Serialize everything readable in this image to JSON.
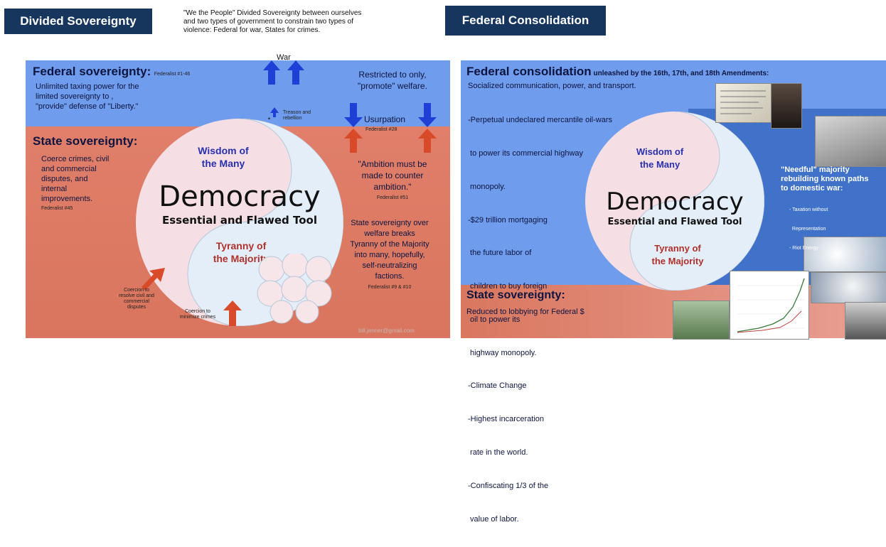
{
  "header": {
    "left_tab": "Divided Sovereignty",
    "quote_lines": [
      "\"We the People\" Divided Sovereignty between ourselves",
      "and two types of government to constrain two types of",
      "violence: Federal for war, States for crimes."
    ],
    "right_tab": "Federal Consolidation"
  },
  "left": {
    "fed_title": "Federal sovereignty:",
    "fed_ref": "Federalist #1-46",
    "fed_body": [
      "Unlimited taxing power for the",
      "limited sovereignty to ,",
      "\"provide\" defense of \"Liberty.\""
    ],
    "war": "War",
    "restricted": [
      "Restricted to only,",
      "\"promote\" welfare."
    ],
    "treason": [
      "Treason and",
      "rebellion"
    ],
    "usurpation": "Usurpation",
    "usurp_ref": "Federalist #28",
    "state_title": "State sovereignty:",
    "state_body": [
      "Coerce crimes, civil",
      "and commercial",
      "disputes, and",
      "internal",
      "improvements."
    ],
    "state_ref": "Federalist #45",
    "ambition": [
      "\"Ambition must be",
      "made to counter",
      "ambition.\""
    ],
    "ambition_ref": "Federalist #51",
    "state_over": [
      "State sovereignty over",
      "welfare breaks",
      "Tyranny of the Majority",
      "into many, hopefully,",
      "self-neutralizing",
      "factions."
    ],
    "state_over_ref": "Federalist #9 & #10",
    "coercion1": [
      "Coercion to",
      "resolve civil and",
      "commercial",
      "disputes"
    ],
    "coercion2": [
      "Coercion to",
      "minimize crimes"
    ],
    "wisdom": [
      "Wisdom of",
      "the Many"
    ],
    "democracy": "Democracy",
    "essential": "Essential and Flawed Tool",
    "tyranny": [
      "Tyranny of",
      "the Majority"
    ],
    "email": "bill.jenner@gmail.com"
  },
  "right": {
    "title_big": "Federal consolidation",
    "title_small": " unleashed by the 16th, 17th, and 18th Amendments:",
    "socialized": "Socialized communication, power, and transport.",
    "bullets": [
      "-Perpetual undeclared mercantile oil-wars",
      " to power its commercial highway",
      " monopoly.",
      "-$29 trillion mortgaging",
      " the future labor of",
      " children to buy foreign",
      " oil to power its",
      " highway monopoly.",
      "-Climate Change",
      "-Highest incarceration",
      " rate in the world.",
      "-Confiscating 1/3 of the",
      " value of labor."
    ],
    "needful": [
      "\"Needful\" majority",
      "rebuilding known paths",
      "to domestic war:"
    ],
    "needful_items": [
      "- Taxation without",
      "  Representation",
      "- Riot Energy"
    ],
    "state_title": "State sovereignty:",
    "state_body": "Reduced to lobbying for Federal $",
    "wisdom": [
      "Wisdom of",
      "the Many"
    ],
    "democracy": "Democracy",
    "essential": "Essential and Flawed Tool",
    "tyranny": [
      "Tyranny of",
      "the Majority"
    ]
  },
  "colors": {
    "federal_blue": "#6f9cec",
    "state_red": "#dc7a63",
    "navy": "#17365d",
    "arrow_blue": "#1f3fd6",
    "arrow_red": "#d94a2a"
  }
}
